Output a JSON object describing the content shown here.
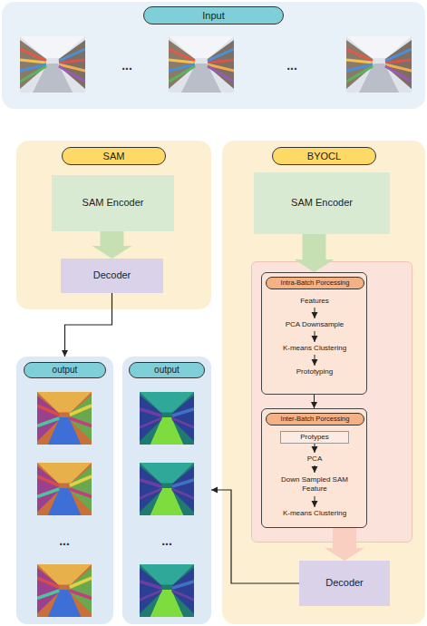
{
  "diagram": {
    "nodes": [
      {
        "text": [
          "Input"
        ]
      },
      {
        "text": [
          "SAM"
        ]
      },
      {
        "text": [
          "SAM Encoder"
        ],
        "in": 1
      },
      {
        "text": [
          "Decoder"
        ],
        "in": 1
      },
      {
        "text": [
          "BYOCL"
        ]
      },
      {
        "text": [
          "SAM Encoder"
        ],
        "in": 4
      },
      {
        "text": [
          "Intra-Batch Porcessing"
        ],
        "in": 4
      },
      {
        "text": [
          "Features"
        ],
        "in": 6
      },
      {
        "text": [
          "PCA Downsample"
        ],
        "in": 6
      },
      {
        "text": [
          "K-means Clustering"
        ],
        "in": 6
      },
      {
        "text": [
          "Prototyping"
        ],
        "in": 6
      },
      {
        "text": [
          "Inter-Batch Porcessing"
        ],
        "in": 4
      },
      {
        "text": [
          "Protypes"
        ],
        "in": 11
      },
      {
        "text": [
          "PCA"
        ],
        "in": 11
      },
      {
        "text": [
          "Down Sampled SAM Feature"
        ],
        "in": 11
      },
      {
        "text": [
          "K-means Clustering"
        ],
        "in": 11
      },
      {
        "text": [
          "Decoder"
        ],
        "in": 4
      },
      {
        "text": [
          "output"
        ]
      },
      {
        "text": [
          "output"
        ]
      }
    ],
    "edges": [
      {
        "from": 2,
        "to": 3,
        "arrow": "to"
      },
      {
        "from": 3,
        "to": 17,
        "arrow": "to"
      },
      {
        "from": 5,
        "to": 6,
        "arrow": "to"
      },
      {
        "from": 7,
        "to": 8,
        "arrow": "to"
      },
      {
        "from": 8,
        "to": 9,
        "arrow": "to"
      },
      {
        "from": 9,
        "to": 10,
        "arrow": "to"
      },
      {
        "from": 6,
        "to": 11,
        "arrow": "to"
      },
      {
        "from": 12,
        "to": 13,
        "arrow": "to"
      },
      {
        "from": 13,
        "to": 14,
        "arrow": "to"
      },
      {
        "from": 14,
        "to": 15,
        "arrow": "to"
      },
      {
        "from": 11,
        "to": 16,
        "arrow": "to"
      },
      {
        "from": 16,
        "to": 18,
        "arrow": "to"
      }
    ],
    "labels": [
      "...",
      "...",
      "...",
      "..."
    ]
  }
}
